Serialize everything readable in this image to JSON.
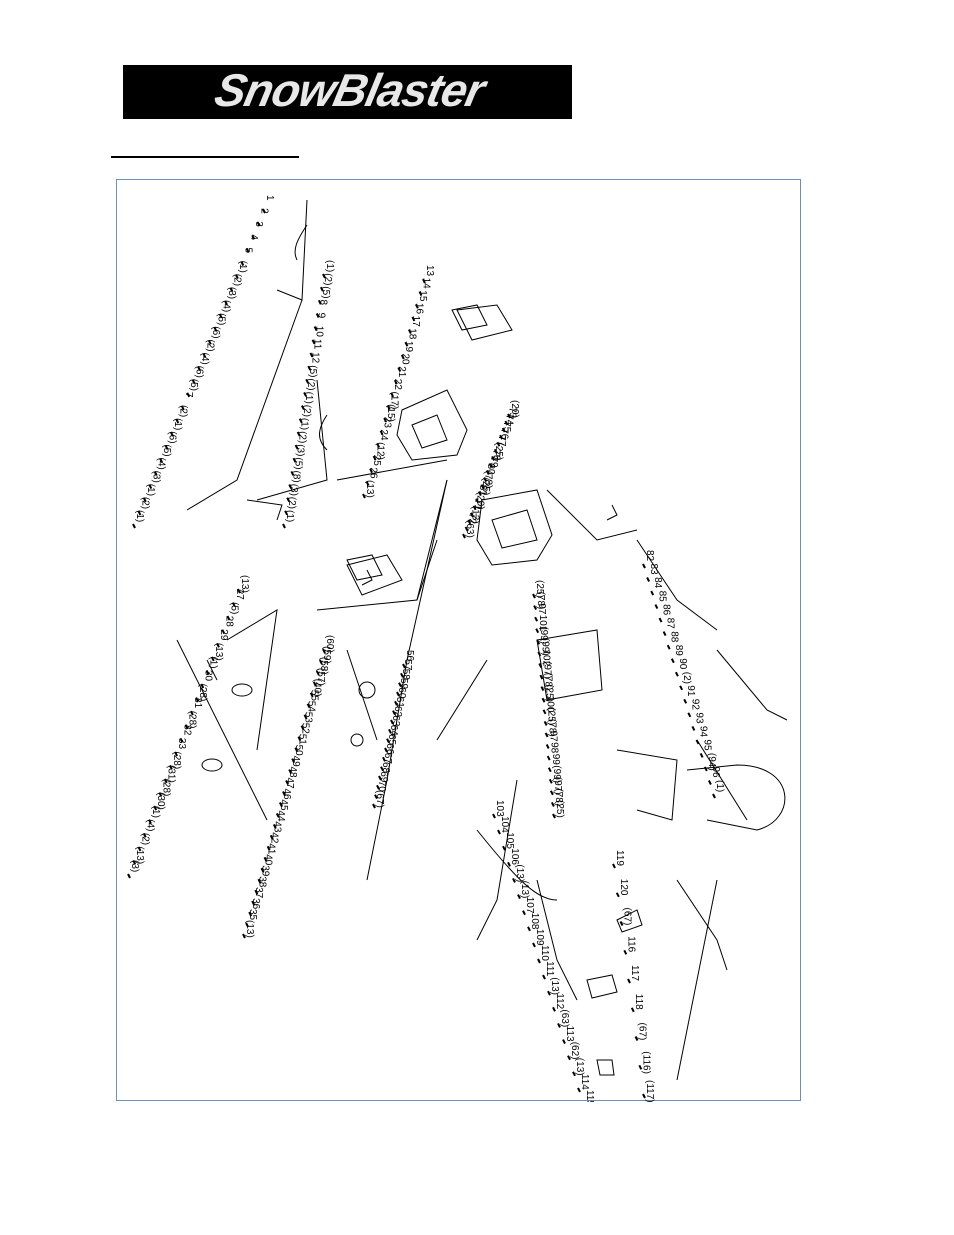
{
  "brand": {
    "logo_text": "SnowBlaster",
    "logo_colors": {
      "background": "#000000",
      "text": "#e8e8e8"
    }
  },
  "frame_color": "#6d8fb8",
  "diagram": {
    "labels": [
      "1",
      "2",
      "3",
      "4",
      "5",
      "(1)",
      "(2)",
      "(3)",
      "(4)",
      "(5)",
      "(6)",
      "(2)",
      "(4)",
      "(6)",
      "(5)",
      "7",
      "(2)",
      "(1)",
      "(6)",
      "(5)",
      "(4)",
      "(3)",
      "(1)",
      "(2)",
      "(1)",
      "(1)",
      "(2)",
      "(5)",
      "8",
      "9",
      "10",
      "11",
      "12",
      "(5)",
      "(2)",
      "(1)",
      "(2)",
      "(1)",
      "(2)",
      "(3)",
      "(5)",
      "(8)",
      "(3)",
      "(2)",
      "(1)",
      "13",
      "14",
      "15",
      "16",
      "17",
      "18",
      "19",
      "20",
      "21",
      "22",
      "(17)",
      "(15)",
      "23",
      "24",
      "(12)",
      "25",
      "26",
      "(13)",
      "(20)",
      "73",
      "74",
      "75",
      "76",
      "77",
      "(25)",
      "78",
      "79",
      "80",
      "(78)",
      "(25)",
      "81",
      "(20)",
      "71",
      "(13)",
      "72",
      "(63)",
      "82",
      "83",
      "84",
      "85",
      "86",
      "87",
      "88",
      "89",
      "90",
      "(2)",
      "91",
      "92",
      "93",
      "94",
      "95",
      "(94)",
      "96",
      "(1)",
      "(13)",
      "27",
      "(5)",
      "28",
      "29",
      "(13)",
      "(1)",
      "30",
      "(28)",
      "31",
      "(28)",
      "32",
      "33",
      "(28)",
      "(31)",
      "(28)",
      "(30)",
      "(1)",
      "(4)",
      "(2)",
      "(13)",
      "(3)",
      "(60)",
      "(59)",
      "(58)",
      "(57)",
      "(40)",
      "55",
      "54",
      "53",
      "52",
      "51",
      "50",
      "49",
      "48",
      "47",
      "46",
      "45",
      "44",
      "43",
      "42",
      "41",
      "40",
      "39",
      "38",
      "37",
      "36",
      "35",
      "(13)",
      "56",
      "57",
      "58",
      "59",
      "60",
      "61",
      "62",
      "63",
      "64",
      "65",
      "66",
      "67",
      "68",
      "69",
      "70",
      "(67)",
      "(25)",
      "(78)",
      "97",
      "101",
      "(99)",
      "(99)",
      "102",
      "(97)",
      "(78)",
      "(25)",
      "100",
      "(25)",
      "(78)",
      "97",
      "98",
      "99",
      "(99)",
      "(97)",
      "(78)",
      "(25)",
      "103",
      "104",
      "105",
      "106",
      "(13)",
      "(13)",
      "107",
      "108",
      "109",
      "110",
      "111",
      "(13)",
      "112",
      "(63)",
      "113",
      "(62)",
      "(13)",
      "114",
      "115",
      "119",
      "120",
      "(67)",
      "116",
      "117",
      "118",
      "(67)",
      "(116)",
      "(117)"
    ]
  }
}
